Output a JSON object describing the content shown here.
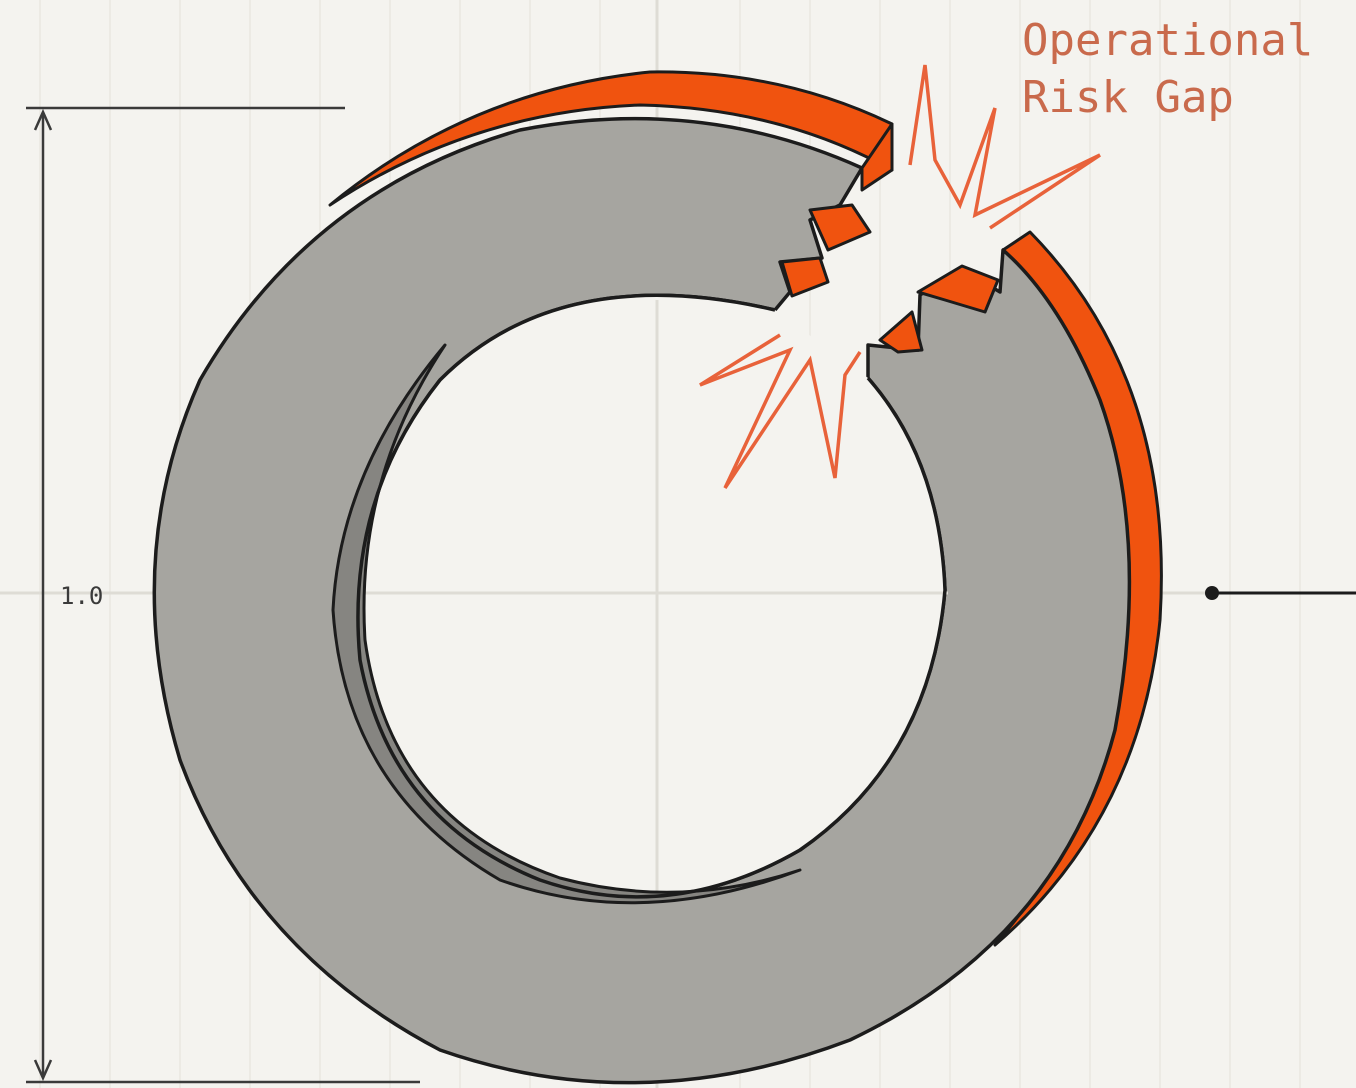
{
  "callout": {
    "line1": "Operational",
    "line2": "Risk Gap"
  },
  "dimension": {
    "value": "1.0"
  },
  "colors": {
    "background": "#f4f3ef",
    "ring_face": "#a6a5a0",
    "ring_inner_wall": "#868581",
    "accent_orange": "#f0530f",
    "burst_stroke": "#e8623a",
    "outline": "#1c1c1c",
    "callout_text": "#c96a4c"
  }
}
